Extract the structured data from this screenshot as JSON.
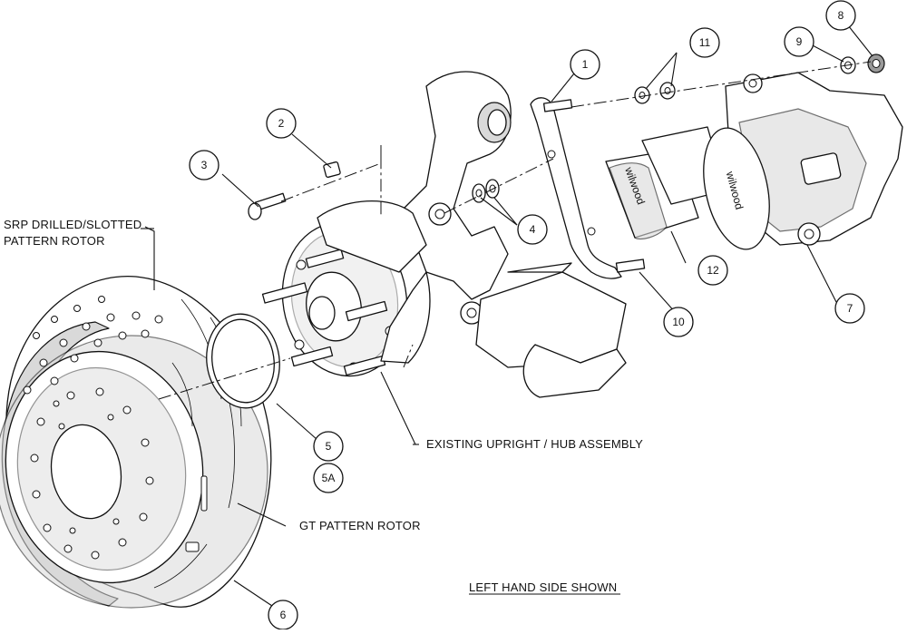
{
  "labels": {
    "srp_rotor_line1": "SRP DRILLED/SLOTTED",
    "srp_rotor_line2": "PATTERN ROTOR",
    "existing_upright": "EXISTING UPRIGHT / HUB ASSEMBLY",
    "gt_rotor": "GT PATTERN ROTOR",
    "side_shown": "LEFT HAND SIDE SHOWN"
  },
  "callouts": {
    "c1": "1",
    "c2": "2",
    "c3": "3",
    "c4": "4",
    "c5": "5",
    "c5a": "5A",
    "c6": "6",
    "c7": "7",
    "c8": "8",
    "c9": "9",
    "c10": "10",
    "c11": "11",
    "c12": "12"
  },
  "brand_marks": {
    "pad_text": "wilwood",
    "caliper_text": "wilwood"
  }
}
